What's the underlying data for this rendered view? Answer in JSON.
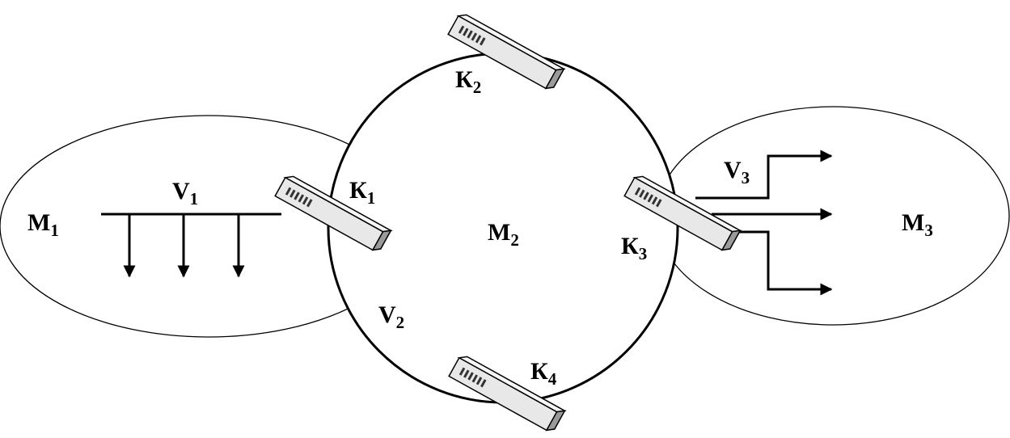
{
  "regions": {
    "m1": {
      "base": "M",
      "sub": "1"
    },
    "m2": {
      "base": "M",
      "sub": "2"
    },
    "m3": {
      "base": "M",
      "sub": "3"
    }
  },
  "switches": {
    "k1": {
      "base": "К",
      "sub": "1"
    },
    "k2": {
      "base": "К",
      "sub": "2"
    },
    "k3": {
      "base": "К",
      "sub": "3"
    },
    "k4": {
      "base": "К",
      "sub": "4"
    }
  },
  "flows": {
    "v1": {
      "base": "V",
      "sub": "1"
    },
    "v2": {
      "base": "V",
      "sub": "2"
    },
    "v3": {
      "base": "V",
      "sub": "3"
    }
  },
  "colors": {
    "line": "#000000",
    "switch_front": "#e8e8e8",
    "switch_top": "#f7f7f7",
    "switch_side": "#9a9a9a"
  }
}
